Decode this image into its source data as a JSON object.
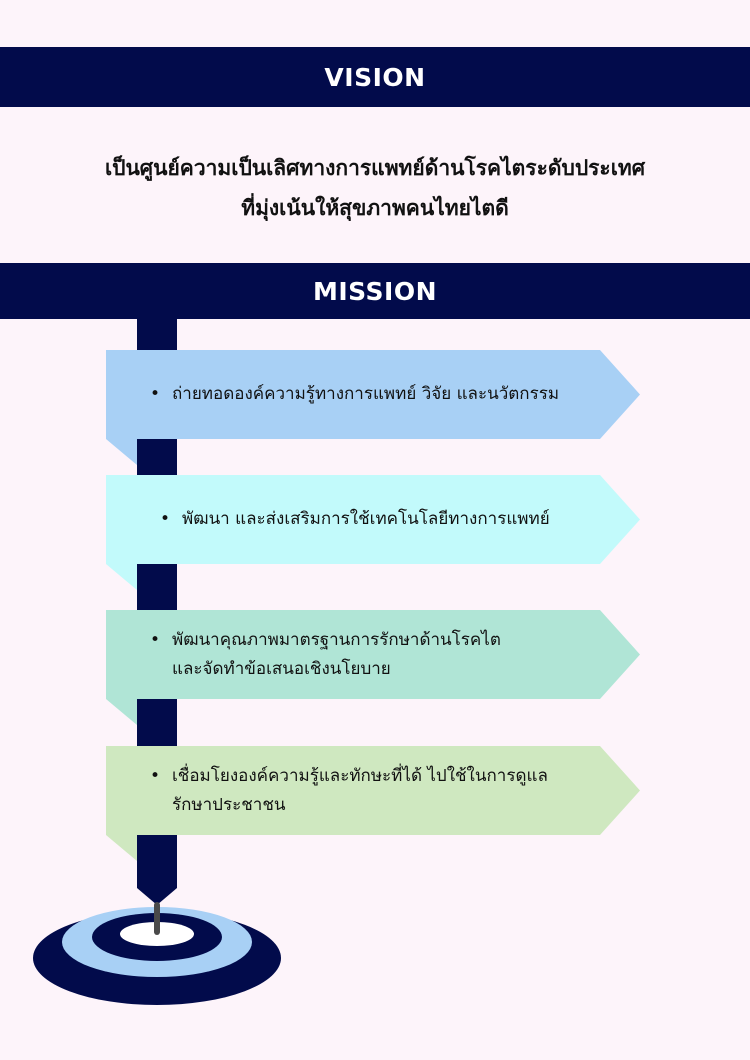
{
  "vision": {
    "title": "VISION",
    "text": "เป็นศูนย์ความเป็นเลิศทางการแพทย์ด้านโรคไตระดับประเทศ\nที่มุ่งเน้นให้สุขภาพคนไทยไตดี"
  },
  "mission": {
    "title": "MISSION",
    "items": [
      {
        "text": "ถ่ายทอดองค์ความรู้ทางการแพทย์ วิจัย และนวัตกรรม",
        "color": "#a8d0f5"
      },
      {
        "text": "พัฒนา และส่งเสริมการใช้เทคโนโลยีทางการแพทย์",
        "color": "#c2fafb"
      },
      {
        "text": "พัฒนาคุณภาพมาตรฐานการรักษาด้านโรคไต\nและจัดทำข้อเสนอเชิงนโยบาย",
        "color": "#b0e5d6"
      },
      {
        "text": "เชื่อมโยงองค์ความรู้และทักษะที่ได้ ไปใช้ในการดูแล\nรักษาประชาชน",
        "color": "#cfe8c0"
      }
    ],
    "bullet": "•"
  },
  "colors": {
    "navy": "#020b4b",
    "background": "#fdf4fa",
    "target_light": "#a8d0f5",
    "pin": "#4a4a4a"
  }
}
